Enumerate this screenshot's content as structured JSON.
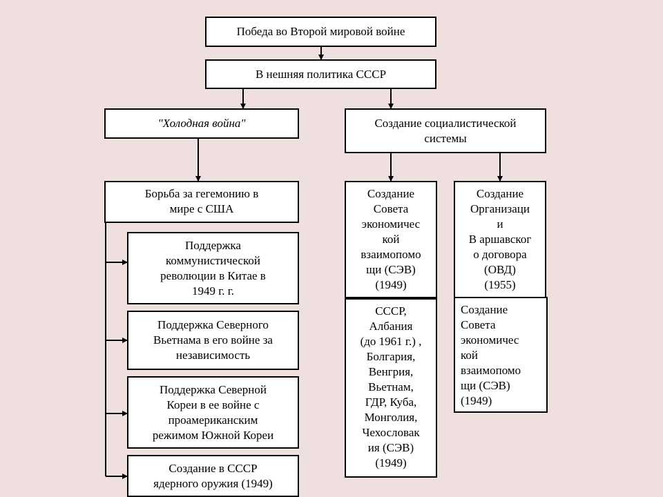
{
  "diagram": {
    "boxes": {
      "victory": "Победа во Второй мировой войне",
      "foreign_policy": "В нешняя политика СССР",
      "cold_war": "\"Холодная война\"",
      "socialist_system": "Создание социалистической\nсистемы",
      "hegemony": "Борьба за гегемонию в\nмире с США",
      "china": "Поддержка\nкоммунистической\nреволюции в Китае в\n1949 г. г.",
      "vietnam": "Поддержка Северного\nВьетнама в его войне за\nнезависимость",
      "korea": "Поддержка Северной\nКореи в ее войне с\nпроамериканским\nрежимом Южной Кореи",
      "nuclear": "Создание в СССР\nядерного оружия (1949)",
      "comecon": "Создание\nСовета\nэкономичес\nкой\nвзаимопомо\nщи (СЭВ)\n(1949)",
      "warsaw": "Создание\nОрганизаци\nи\nВ аршавског\nо договора\n(ОВД)\n(1955)",
      "comecon_members": "СССР,\nАлбания\n(до 1961 г.) ,\nБолгария,\nВенгрия,\nВьетнам,\nГДР, Куба,\nМонголия,\nЧехословак\nия (СЭВ)\n(1949)",
      "comecon_repeat": "Создание\nСовета\nэкономичес\nкой\nвзаимопомо\nщи (СЭВ)\n(1949)"
    }
  }
}
